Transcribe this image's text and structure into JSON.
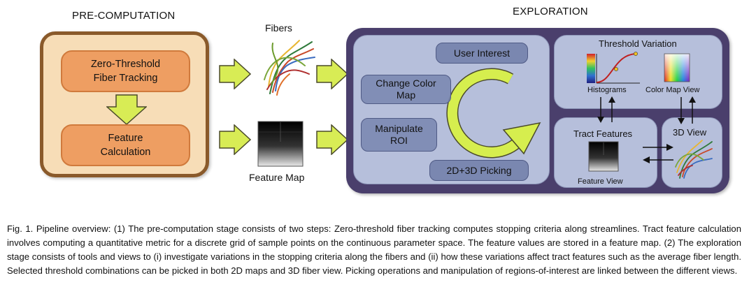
{
  "precomputation": {
    "title": "PRE-COMPUTATION",
    "step1": "Zero-Threshold\nFiber Tracking",
    "step2": "Feature\nCalculation"
  },
  "middle": {
    "fibers_label": "Fibers",
    "feature_map_label": "Feature Map"
  },
  "exploration": {
    "title": "EXPLORATION",
    "user_interest": "User Interest",
    "change_color_map": "Change Color\nMap",
    "manipulate_roi": "Manipulate\nROI",
    "picking": "2D+3D Picking",
    "threshold_variation": "Threshold Variation",
    "histograms": "Histograms",
    "color_map_view": "Color Map View",
    "tract_features": "Tract Features",
    "feature_view": "Feature View",
    "view_3d": "3D View"
  },
  "colors": {
    "pre_border": "#8a5a2b",
    "pre_fill": "#f7ddb7",
    "step_fill": "#ee9e62",
    "arrow_fill": "#d8ec55",
    "explore_outer": "#4a3f6c",
    "panel_fill": "#b6bfdb",
    "pill_fill": "#7a87b0",
    "cycle_ring": "#d6ee4e"
  },
  "caption": "Fig. 1.  Pipeline overview: (1) The pre-computation stage consists of two steps: Zero-threshold fiber tracking computes stopping criteria along streamlines.  Tract feature calculation involves computing a quantitative metric for a discrete grid of sample points on the continuous parameter space.  The feature values are stored in a feature map.  (2) The exploration stage consists of tools and views to (i) investigate variations in the stopping criteria along the fibers and (ii) how these variations affect tract features such as the average fiber length. Selected threshold combinations can be picked in both 2D maps and 3D fiber view. Picking operations and manipulation of regions-of-interest are linked between the different views."
}
